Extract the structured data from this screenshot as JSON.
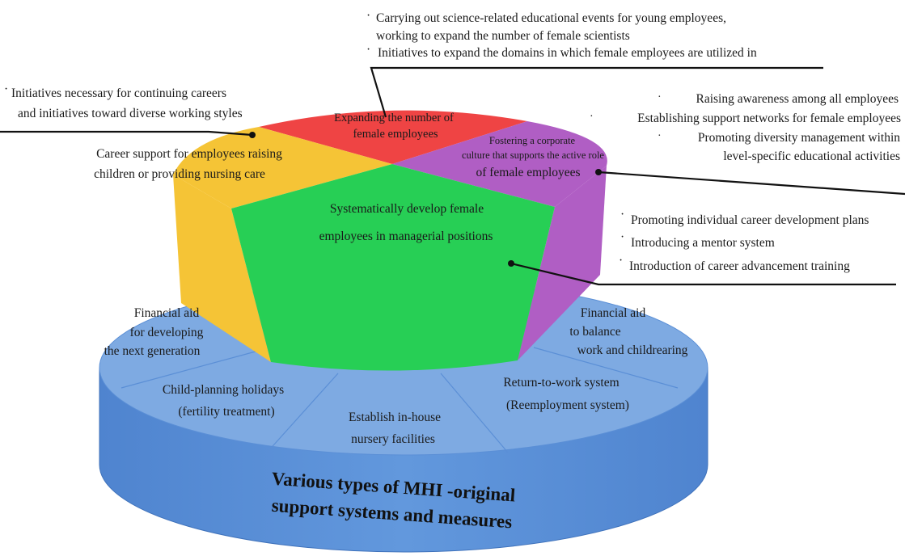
{
  "callouts": {
    "top": [
      "Carrying out science-related educational events for young employees,",
      "working to expand the number of female scientists",
      "Initiatives to expand the domains in which female employees are utilized in"
    ],
    "left": [
      "Initiatives necessary for continuing careers",
      "and initiatives toward diverse working styles"
    ],
    "right_upper": [
      "Raising awareness among all employees",
      "Establishing support networks for female employees",
      "Promoting diversity management within",
      "level-specific educational activities"
    ],
    "right_lower": [
      "Promoting individual career development plans",
      "Introducing a mentor system",
      "Introduction of career advancement training"
    ]
  },
  "segments": {
    "expanding": [
      "Expanding the number of",
      "female employees"
    ],
    "culture": [
      "Fostering a corporate",
      "culture that supports the active role",
      "of female employees"
    ],
    "career_support": [
      "Career support for employees raising",
      "children or providing nursing care"
    ],
    "develop": [
      "Systematically develop female",
      "employees in managerial positions"
    ]
  },
  "base": {
    "fin_next": [
      "Financial aid",
      "for developing",
      "the next generation"
    ],
    "fin_balance": [
      "Financial aid",
      "to balance",
      "work and childrearing"
    ],
    "child_planning": [
      "Child-planning holidays",
      "(fertility treatment)"
    ],
    "nursery": [
      "Establish in-house",
      "nursery facilities"
    ],
    "return_work": [
      "Return-to-work system",
      "(Reemployment system)"
    ],
    "title": [
      "Various types of MHI -original",
      "support systems and measures"
    ]
  },
  "colors": {
    "base_side": "#5b8fd6",
    "base_top": "#7aa7e0",
    "red": "#ef4444",
    "purple": "#b05ec4",
    "yellow": "#f5c436",
    "green": "#2ad35b"
  }
}
